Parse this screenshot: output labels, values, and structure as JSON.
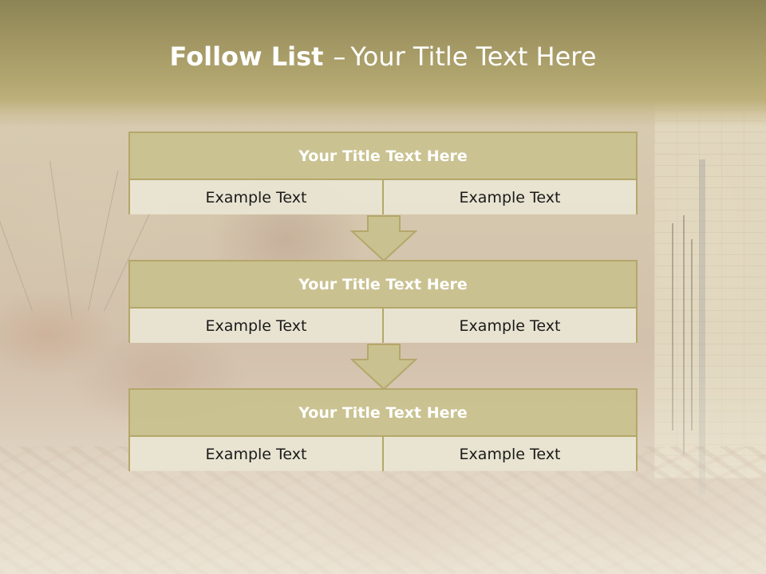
{
  "title": {
    "bold": "Follow List",
    "separator": "–",
    "rest": "Your Title Text Here"
  },
  "steps": [
    {
      "heading": "Your Title Text Here",
      "cells": [
        "Example Text",
        "Example Text"
      ]
    },
    {
      "heading": "Your Title Text Here",
      "cells": [
        "Example Text",
        "Example Text"
      ]
    },
    {
      "heading": "Your Title Text Here",
      "cells": [
        "Example Text",
        "Example Text"
      ]
    }
  ],
  "colors": {
    "header_band": "#a09562",
    "box_heading_fill": "#c9c18f",
    "box_cell_fill": "#e8e4d2",
    "box_border": "#b5a76a",
    "arrow_fill": "#c9c18f"
  },
  "icons": [
    "down-arrow-icon"
  ]
}
